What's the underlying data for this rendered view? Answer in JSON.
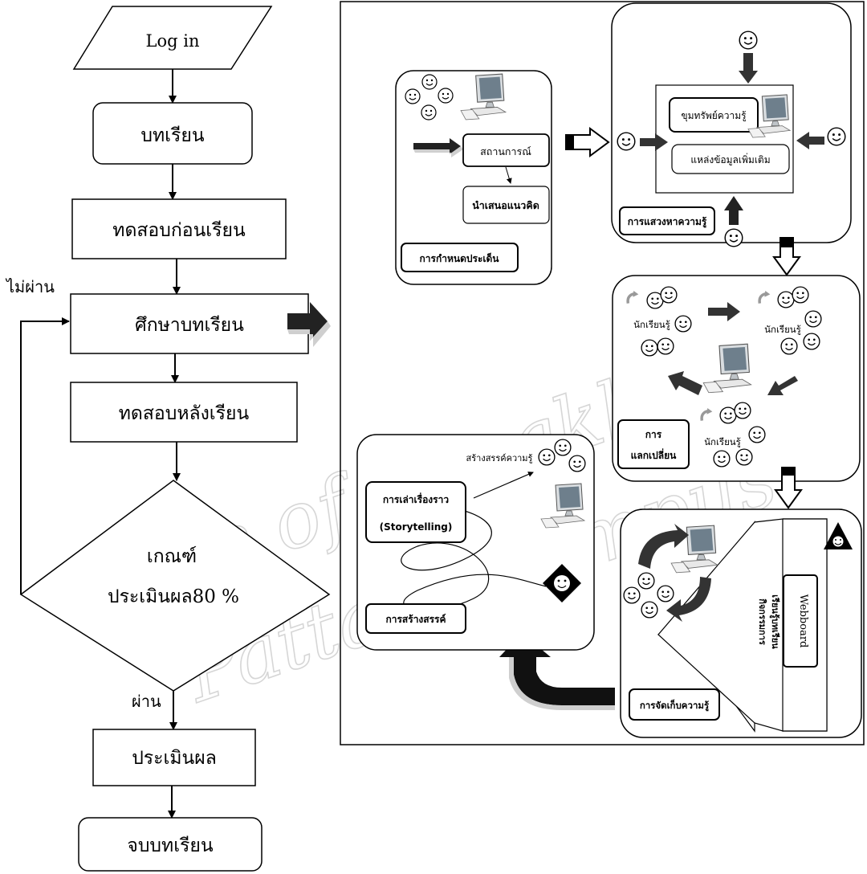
{
  "flow": {
    "login": "Log in",
    "lesson": "บทเรียน",
    "pretest": "ทดสอบก่อนเรียน",
    "study": "ศึกษาบทเรียน",
    "posttest": "ทดสอบหลังเรียน",
    "criteria_line1": "เกณฑ์",
    "criteria_line2": "ประเมินผล80 %",
    "fail": "ไม่ผ่าน",
    "pass": "ผ่าน",
    "evaluate": "ประเมินผล",
    "end": "จบบทเรียน"
  },
  "panels": {
    "define": {
      "situation": "สถานการณ์",
      "present": "นำเสนอแนวคิด",
      "title": "การกำหนดประเด็น"
    },
    "seek": {
      "store": "ขุมทรัพย์ความรู้",
      "extra": "แหล่งข้อมูลเพิ่มเติม",
      "title": "การแสวงหาความรู้"
    },
    "exchange": {
      "learner": "นักเรียนรู้",
      "title_line1": "การ",
      "title_line2": "แลกเปลี่ยน"
    },
    "store": {
      "activity_line1": "กิจกรรมการ",
      "activity_line2": "เรียนรู้บทเรียน",
      "webboard": "Webboard",
      "title": "การจัดเก็บความรู้"
    },
    "create": {
      "create_knowledge": "สร้างสรรค์ความรู้",
      "story_line1": "การเล่าเรื่องราว",
      "story_line2": "(Storytelling)",
      "title": "การสร้างสรรค์"
    }
  },
  "watermark": {
    "line1": "nce of Songkla University",
    "line2": "Pattani Campus"
  },
  "colors": {
    "line": "#000000",
    "arrow_gray": "#cfcfcf",
    "screen": "#6e7f8c",
    "background": "#ffffff"
  }
}
